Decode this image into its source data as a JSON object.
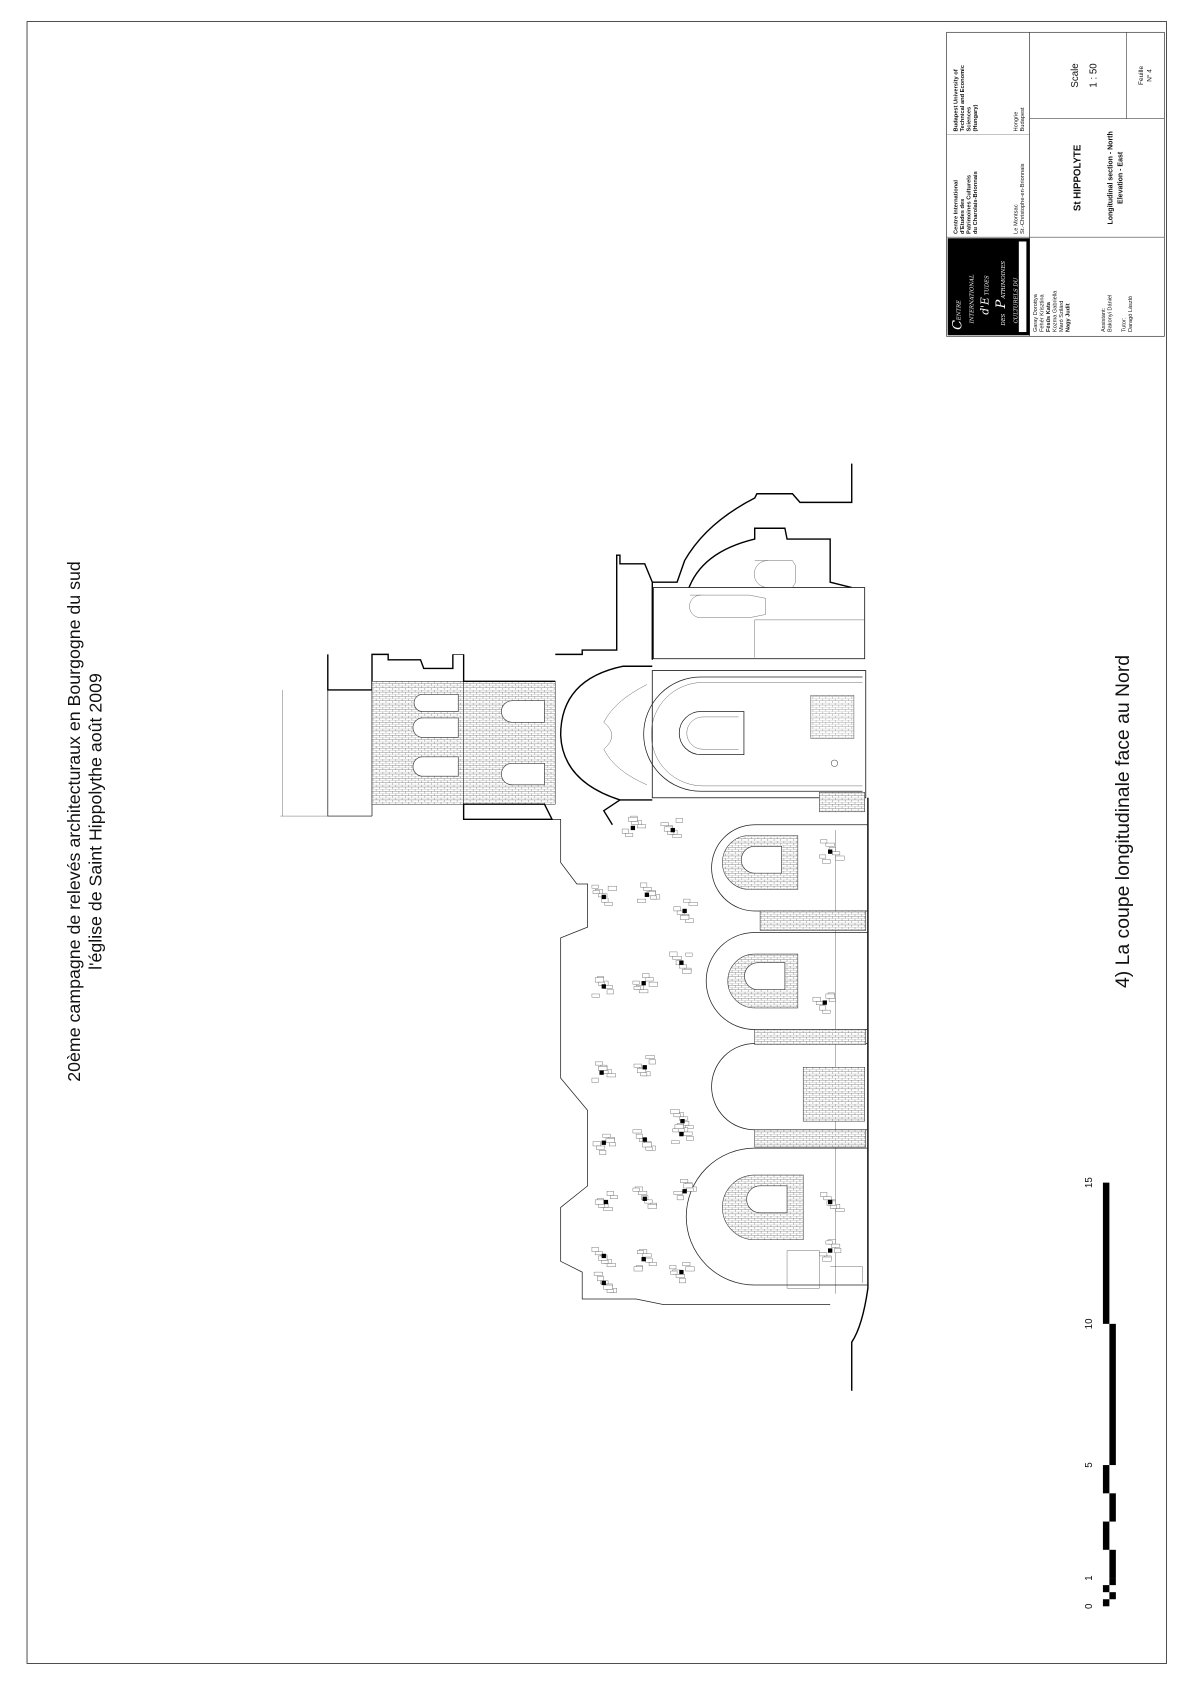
{
  "header": {
    "title_line1": "20ème campagne de relevés architecturaux en Bourgogne du sud",
    "title_line2": "l'église de Saint Hippolythe août 2009"
  },
  "drawing": {
    "caption": "4) La coupe longitudinale face au Nord"
  },
  "title_block": {
    "university": [
      "Budapest University of",
      "Technical and Economic",
      "Sciences",
      "(Hungary)"
    ],
    "university_place": [
      "Hongrie",
      "Budapest"
    ],
    "centre": [
      "Centre International",
      "d'Etudes des",
      "Patrimoines Culturels",
      "du Charolais-Brionnais"
    ],
    "centre_place": [
      "Le Montsac",
      "St.-Christophe-en-Brionnais"
    ],
    "logo_text": "Centre International d'Etudes des Patrimoines Culturels du Charolais-Brionnais",
    "students": [
      "Garay Dorottya",
      "Fehér Krisztina",
      "Fésűs Kata",
      "Kozma Gabriella",
      "Maró Szilárd",
      "Nagy Judit"
    ],
    "assistant_label": "Assistant:",
    "assistant": "Bakonyi Dániel",
    "tutor_label": "Tutor:",
    "tutor": "Daragó László",
    "project": "St HIPPOLYTE",
    "sheet_title_1": "Longitudinal section - North",
    "sheet_title_2": "Elevation - East",
    "scale_label": "Scale",
    "scale_value": "1 : 50",
    "sheet_label": "Feuille",
    "sheet_number": "N° 4"
  },
  "scale_bar": {
    "unit_max_m": 15,
    "labels": [
      "0",
      "1",
      "5",
      "10",
      "15"
    ]
  }
}
